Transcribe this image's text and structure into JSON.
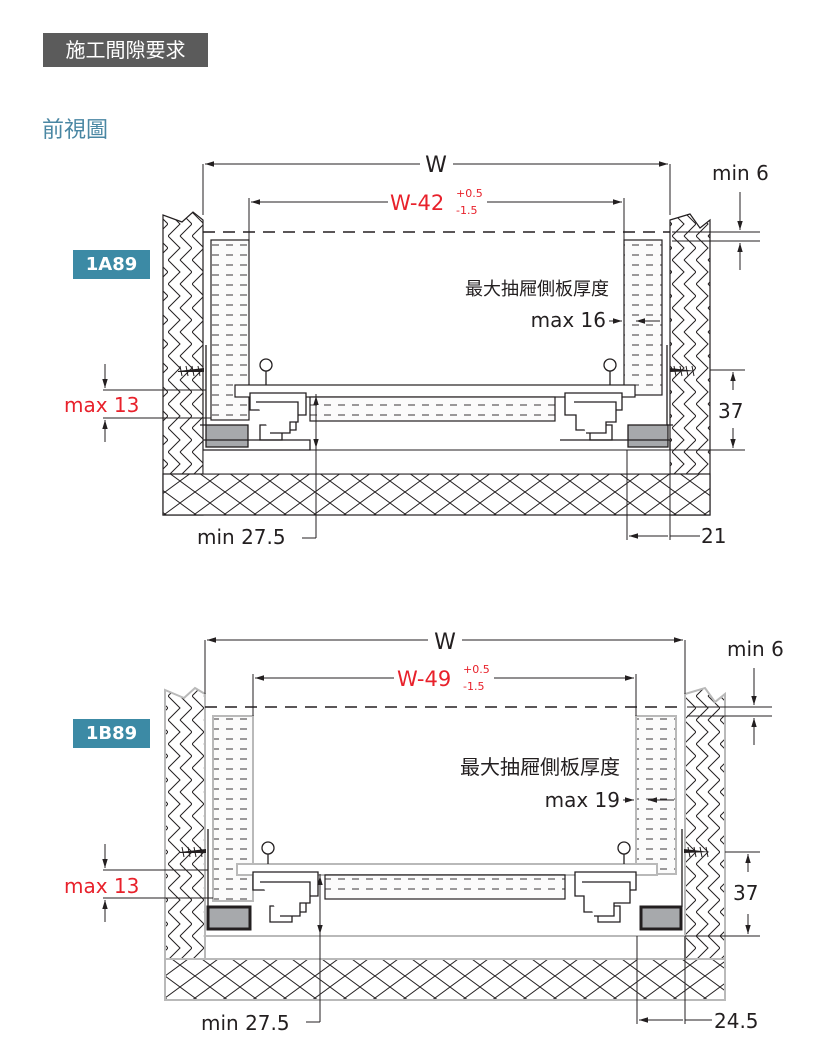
{
  "header": {
    "title": "施工間隙要求"
  },
  "section": {
    "title": "前視圖"
  },
  "colors": {
    "accent_red": "#e8212b",
    "badge_blue": "#3c8aa5",
    "title_blue": "#4a87a3"
  },
  "diagrams": [
    {
      "model": "1A89",
      "width_label": "W",
      "inner_width_label": "W-42",
      "tol_plus": "+0.5",
      "tol_minus": "-1.5",
      "top_gap_label": "min 6",
      "side_thickness_caption": "最大抽屜側板厚度",
      "side_thickness_label": "max 16",
      "bottom_clear_label": "max 13",
      "runner_height_label": "37",
      "bottom_min_label": "min 27.5",
      "side_offset_label": "21"
    },
    {
      "model": "1B89",
      "width_label": "W",
      "inner_width_label": "W-49",
      "tol_plus": "+0.5",
      "tol_minus": "-1.5",
      "top_gap_label": "min 6",
      "side_thickness_caption": "最大抽屜側板厚度",
      "side_thickness_label": "max 19",
      "bottom_clear_label": "max 13",
      "runner_height_label": "37",
      "bottom_min_label": "min 27.5",
      "side_offset_label": "24.5"
    }
  ]
}
